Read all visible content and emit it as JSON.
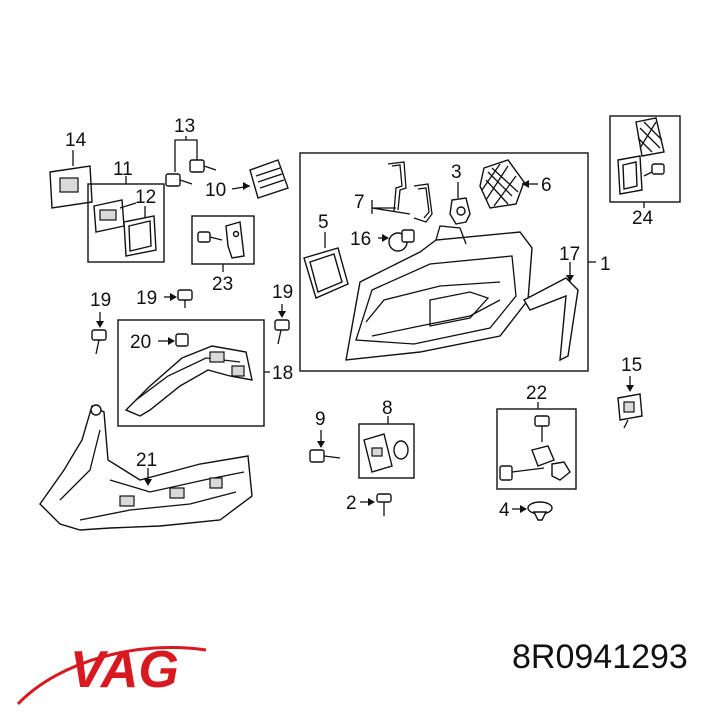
{
  "callouts": {
    "c1": "1",
    "c2": "2",
    "c3": "3",
    "c4": "4",
    "c5": "5",
    "c6": "6",
    "c7": "7",
    "c8": "8",
    "c9": "9",
    "c10": "10",
    "c11": "11",
    "c12": "12",
    "c13": "13",
    "c14": "14",
    "c15": "15",
    "c16": "16",
    "c17": "17",
    "c18": "18",
    "c19a": "19",
    "c19b": "19",
    "c19c": "19",
    "c20": "20",
    "c21": "21",
    "c22": "22",
    "c23": "23",
    "c24": "24"
  },
  "brand": {
    "logo_text": "VAG",
    "logo_color": "#d71920"
  },
  "part_number": "8R0941293"
}
